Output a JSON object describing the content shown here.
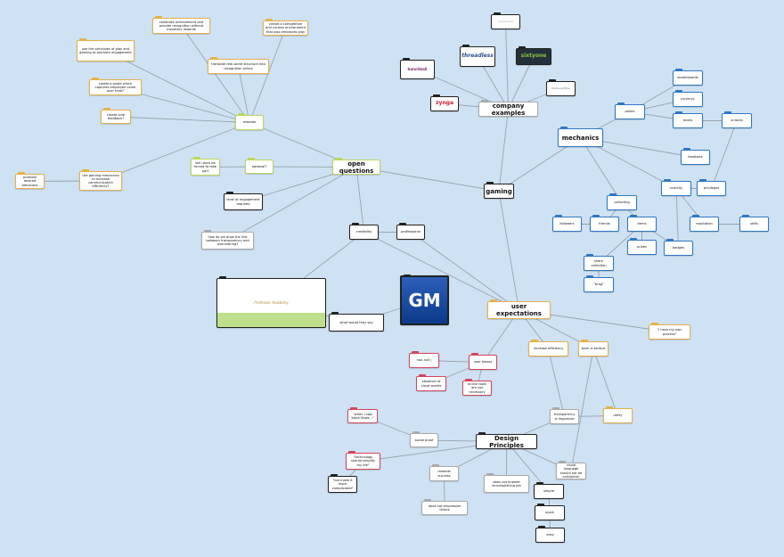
{
  "colors": {
    "background": "#cfe2f3",
    "orange": "#e8b04a",
    "green": "#bcd75c",
    "blue": "#2f78c4",
    "red": "#d2475b",
    "black": "#222222",
    "grey": "#aaaaaa",
    "edge": "#9aa4ad"
  },
  "nodes": [
    {
      "id": "rewards",
      "label": "rewards",
      "color": "green"
    },
    {
      "id": "celebrate",
      "label": "celebrate achievement and provide recognition without monetary rewards",
      "color": "orange"
    },
    {
      "id": "competitive",
      "label": "create a competitive and curious environment that also embraces play",
      "color": "orange"
    },
    {
      "id": "principles",
      "label": "use the principles of play and gaming to promote engagement",
      "color": "orange"
    },
    {
      "id": "translate",
      "label": "translate real-world structure into recognition online",
      "color": "orange"
    },
    {
      "id": "spate",
      "label": "create a spate which captures employee value over time?",
      "color": "orange"
    },
    {
      "id": "viral",
      "label": "create viral feedback?",
      "color": "orange"
    },
    {
      "id": "mechanics_comm",
      "label": "use gaming mechanics to increase communication efficiency?",
      "color": "orange"
    },
    {
      "id": "desired",
      "label": "promote desired behaviors",
      "color": "orange"
    },
    {
      "id": "openq",
      "label": "open questions",
      "color": "green"
    },
    {
      "id": "optional",
      "label": "optional?",
      "color": "green"
    },
    {
      "id": "forced",
      "label": "will users be forced to take part",
      "color": "green"
    },
    {
      "id": "level",
      "label": "level of engagement required",
      "color": "black"
    },
    {
      "id": "drawline",
      "label": "how do we draw the line between transparency and oversharing?",
      "color": "grey"
    },
    {
      "id": "credibility",
      "label": "credibility",
      "color": "black"
    },
    {
      "id": "professional",
      "label": "professional",
      "color": "black"
    },
    {
      "id": "prof_img",
      "label": "Professor Academy",
      "color": "black"
    },
    {
      "id": "gm_img",
      "label": "GM",
      "color": "black"
    },
    {
      "id": "whatsay",
      "label": "what would they say",
      "color": "black"
    },
    {
      "id": "gaming",
      "label": "gaming",
      "color": "black"
    },
    {
      "id": "company",
      "label": "company examples",
      "color": "grey"
    },
    {
      "id": "zynga",
      "label": "zynga",
      "color": "black"
    },
    {
      "id": "bunchball",
      "label": "bunchball",
      "color": "black"
    },
    {
      "id": "threadless",
      "label": "threadless",
      "color": "black"
    },
    {
      "id": "sixtyone",
      "label": "sixtyone",
      "color": "black"
    },
    {
      "id": "screenshot",
      "label": "screenshot",
      "color": "black"
    },
    {
      "id": "stackoverflow",
      "label": "stackoverflow",
      "color": "black"
    },
    {
      "id": "mechanics",
      "label": "mechanics",
      "color": "blue"
    },
    {
      "id": "points",
      "label": "points",
      "color": "blue"
    },
    {
      "id": "leaderboards",
      "label": "leaderboards",
      "color": "blue"
    },
    {
      "id": "currency",
      "label": "currency",
      "color": "blue"
    },
    {
      "id": "levels",
      "label": "levels",
      "color": "blue"
    },
    {
      "id": "unlocks",
      "label": "unlocks",
      "color": "blue"
    },
    {
      "id": "feedback",
      "label": "feedback",
      "color": "blue"
    },
    {
      "id": "scarcity",
      "label": "scarcity",
      "color": "blue"
    },
    {
      "id": "privileges",
      "label": "privileges",
      "color": "blue"
    },
    {
      "id": "collecting",
      "label": "collecting",
      "color": "blue"
    },
    {
      "id": "followers",
      "label": "followers",
      "color": "blue"
    },
    {
      "id": "friends",
      "label": "friends",
      "color": "blue"
    },
    {
      "id": "items",
      "label": "items",
      "color": "blue"
    },
    {
      "id": "reputation",
      "label": "reputation",
      "color": "blue"
    },
    {
      "id": "skills",
      "label": "skills",
      "color": "blue"
    },
    {
      "id": "prizes",
      "label": "prizes",
      "color": "blue"
    },
    {
      "id": "badges",
      "label": "badges",
      "color": "blue"
    },
    {
      "id": "share",
      "label": "share collection",
      "color": "blue"
    },
    {
      "id": "brag",
      "label": "\"brag\"",
      "color": "blue"
    },
    {
      "id": "userexp",
      "label": "user expectations",
      "color": "orange"
    },
    {
      "id": "ownprocess",
      "label": "\"I have my own process\"",
      "color": "orange"
    },
    {
      "id": "efficiency",
      "label": "increase efficiency",
      "color": "orange"
    },
    {
      "id": "serious",
      "label": "work is serious",
      "color": "orange"
    },
    {
      "id": "utility",
      "label": "utility",
      "color": "orange"
    },
    {
      "id": "biases",
      "label": "user biases",
      "color": "red"
    },
    {
      "id": "nonnull",
      "label": "non-null |",
      "color": "red"
    },
    {
      "id": "skeptical",
      "label": "skeptical of cloud worlds",
      "color": "red"
    },
    {
      "id": "online",
      "label": "online tools are not necessary",
      "color": "red"
    },
    {
      "id": "whenisaw",
      "label": "\"when I saw black flows...\"",
      "color": "red"
    },
    {
      "id": "simplify",
      "label": "\"technology should simplify my life\"",
      "color": "red"
    },
    {
      "id": "notmake",
      "label": "\"not make it more complicated\"",
      "color": "black"
    },
    {
      "id": "social",
      "label": "social proof",
      "color": "grey"
    },
    {
      "id": "transparency",
      "label": "transparency is important",
      "color": "grey"
    },
    {
      "id": "design",
      "label": "Design Principles",
      "color": "black"
    },
    {
      "id": "rewardsuccess",
      "label": "rewards success",
      "color": "grey"
    },
    {
      "id": "nofailure",
      "label": "does not emphasize failure",
      "color": "grey"
    },
    {
      "id": "noimpede",
      "label": "does not impede accomplishing job",
      "color": "grey"
    },
    {
      "id": "visual",
      "label": "visual language should not be cartoonish",
      "color": "grey"
    },
    {
      "id": "simple",
      "label": "simple",
      "color": "black"
    },
    {
      "id": "quick",
      "label": "quick",
      "color": "black"
    },
    {
      "id": "easy",
      "label": "easy",
      "color": "black"
    }
  ],
  "edges": [
    [
      "rewards",
      "celebrate"
    ],
    [
      "rewards",
      "competitive"
    ],
    [
      "rewards",
      "principles"
    ],
    [
      "rewards",
      "translate"
    ],
    [
      "rewards",
      "spate"
    ],
    [
      "rewards",
      "viral"
    ],
    [
      "rewards",
      "mechanics_comm"
    ],
    [
      "mechanics_comm",
      "desired"
    ],
    [
      "rewards",
      "openq"
    ],
    [
      "openq",
      "optional"
    ],
    [
      "optional",
      "forced"
    ],
    [
      "openq",
      "level"
    ],
    [
      "openq",
      "drawline"
    ],
    [
      "openq",
      "credibility"
    ],
    [
      "openq",
      "gaming"
    ],
    [
      "credibility",
      "professional"
    ],
    [
      "credibility",
      "prof_img"
    ],
    [
      "credibility",
      "userexp"
    ],
    [
      "professional",
      "userexp"
    ],
    [
      "prof_img",
      "whatsay"
    ],
    [
      "gm_img",
      "whatsay"
    ],
    [
      "gaming",
      "company"
    ],
    [
      "gaming",
      "mechanics"
    ],
    [
      "gaming",
      "userexp"
    ],
    [
      "company",
      "zynga"
    ],
    [
      "company",
      "bunchball"
    ],
    [
      "company",
      "threadless"
    ],
    [
      "company",
      "sixtyone"
    ],
    [
      "company",
      "screenshot"
    ],
    [
      "company",
      "stackoverflow"
    ],
    [
      "mechanics",
      "points"
    ],
    [
      "mechanics",
      "feedback"
    ],
    [
      "mechanics",
      "scarcity"
    ],
    [
      "mechanics",
      "collecting"
    ],
    [
      "points",
      "leaderboards"
    ],
    [
      "points",
      "currency"
    ],
    [
      "points",
      "levels"
    ],
    [
      "levels",
      "unlocks"
    ],
    [
      "unlocks",
      "privileges"
    ],
    [
      "scarcity",
      "privileges"
    ],
    [
      "scarcity",
      "reputation"
    ],
    [
      "scarcity",
      "badges"
    ],
    [
      "reputation",
      "skills"
    ],
    [
      "collecting",
      "friends"
    ],
    [
      "collecting",
      "items"
    ],
    [
      "friends",
      "followers"
    ],
    [
      "items",
      "prizes"
    ],
    [
      "items",
      "badges"
    ],
    [
      "items",
      "share"
    ],
    [
      "share",
      "brag"
    ],
    [
      "userexp",
      "ownprocess"
    ],
    [
      "userexp",
      "efficiency"
    ],
    [
      "userexp",
      "serious"
    ],
    [
      "userexp",
      "biases"
    ],
    [
      "biases",
      "nonnull"
    ],
    [
      "biases",
      "skeptical"
    ],
    [
      "biases",
      "online"
    ],
    [
      "efficiency",
      "transparency"
    ],
    [
      "serious",
      "utility"
    ],
    [
      "serious",
      "visual"
    ],
    [
      "transparency",
      "utility"
    ],
    [
      "transparency",
      "design"
    ],
    [
      "design",
      "social"
    ],
    [
      "design",
      "simplify"
    ],
    [
      "design",
      "rewardsuccess"
    ],
    [
      "design",
      "noimpede"
    ],
    [
      "design",
      "simple"
    ],
    [
      "design",
      "visual"
    ],
    [
      "social",
      "whenisaw"
    ],
    [
      "simplify",
      "notmake"
    ],
    [
      "rewardsuccess",
      "nofailure"
    ],
    [
      "simple",
      "quick"
    ],
    [
      "quick",
      "easy"
    ]
  ]
}
